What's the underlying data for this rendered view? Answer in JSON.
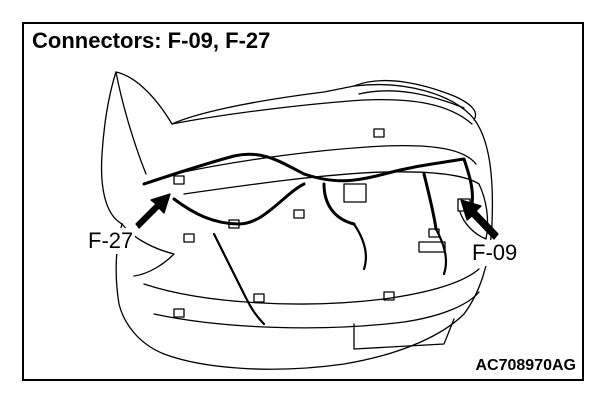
{
  "title": "Connectors: F-09, F-27",
  "callouts": {
    "left": "F-27",
    "right": "F-09"
  },
  "figure_code": "AC708970AG",
  "colors": {
    "line": "#000000",
    "background": "#ffffff"
  }
}
